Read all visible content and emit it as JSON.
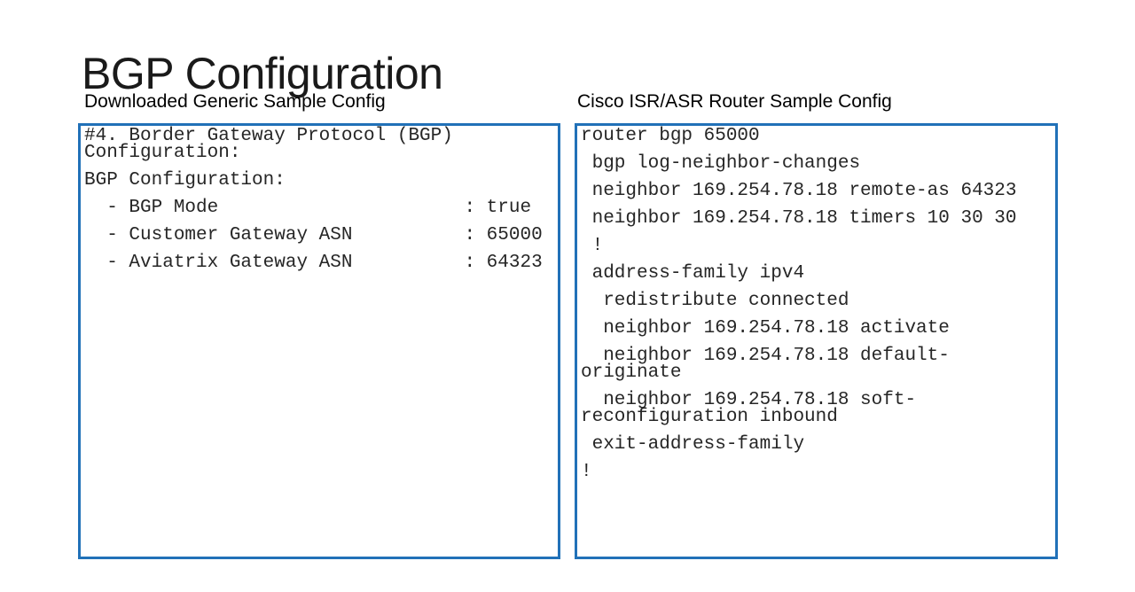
{
  "slide": {
    "title": "BGP Configuration",
    "background_color": "#ffffff",
    "box_border_color": "#2171b8",
    "code_text_color": "#262626"
  },
  "left_panel": {
    "label": "Downloaded Generic Sample Config",
    "code_paragraphs": [
      [
        "#4. Border Gateway Protocol (BGP)",
        "Configuration:"
      ],
      [
        "BGP Configuration:"
      ],
      [
        "  - BGP Mode                      : true"
      ],
      [
        "  - Customer Gateway ASN          : 65000"
      ],
      [
        "  - Aviatrix Gateway ASN          : 64323"
      ]
    ]
  },
  "right_panel": {
    "label": "Cisco ISR/ASR Router Sample Config",
    "code_paragraphs": [
      [
        "router bgp 65000"
      ],
      [
        " bgp log-neighbor-changes"
      ],
      [
        " neighbor 169.254.78.18 remote-as 64323"
      ],
      [
        " neighbor 169.254.78.18 timers 10 30 30"
      ],
      [
        " !"
      ],
      [
        " address-family ipv4"
      ],
      [
        "  redistribute connected"
      ],
      [
        "  neighbor 169.254.78.18 activate"
      ],
      [
        "  neighbor 169.254.78.18 default-",
        "originate"
      ],
      [
        "  neighbor 169.254.78.18 soft-",
        "reconfiguration inbound"
      ],
      [
        " exit-address-family"
      ],
      [
        "!"
      ]
    ]
  }
}
